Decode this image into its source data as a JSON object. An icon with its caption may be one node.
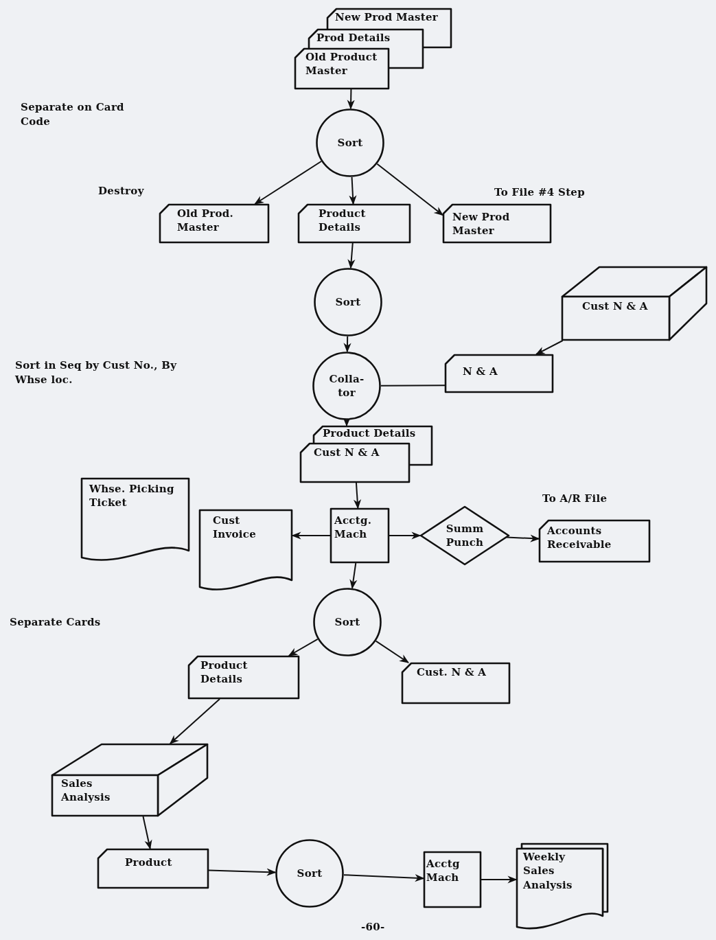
{
  "diagram": {
    "nodes": [
      {
        "text": [
          "New Prod Master"
        ]
      },
      {
        "text": [
          "Prod Details"
        ]
      },
      {
        "text": [
          "Old Product Master"
        ]
      },
      {
        "text": [
          "Sort"
        ]
      },
      {
        "text": [
          "Old Prod. Master"
        ],
        "beside": [
          "Destroy"
        ]
      },
      {
        "text": [
          "Product Details"
        ]
      },
      {
        "text": [
          "New Prod Master"
        ],
        "beside": [
          "To File #4 Step"
        ]
      },
      {
        "text": [
          "Sort"
        ]
      },
      {
        "text": [
          "Cust N & A"
        ]
      },
      {
        "text": [
          "Colla- tor"
        ]
      },
      {
        "text": [
          "N & A"
        ]
      },
      {
        "text": [
          "Product Details"
        ]
      },
      {
        "text": [
          "Cust N & A"
        ]
      },
      {
        "text": [
          "Whse. Picking Ticket"
        ]
      },
      {
        "text": [
          "Cust Invoice"
        ]
      },
      {
        "text": [
          "Acctg. Mach"
        ]
      },
      {
        "text": [
          "Summ Punch"
        ]
      },
      {
        "text": [
          "Accounts Receivable"
        ],
        "beside": [
          "To A/R File"
        ]
      },
      {
        "text": [
          "Sort"
        ]
      },
      {
        "text": [
          "Product Details"
        ]
      },
      {
        "text": [
          "Cust. N & A"
        ]
      },
      {
        "text": [
          "Sales Analysis"
        ]
      },
      {
        "text": [
          "Product"
        ]
      },
      {
        "text": [
          "Sort"
        ]
      },
      {
        "text": [
          "Acctg Mach"
        ]
      },
      {
        "text": [
          "Weekly Sales Analysis"
        ]
      }
    ],
    "edges": [
      {
        "from": 2,
        "to": 3,
        "arrow": "to"
      },
      {
        "from": 3,
        "to": 4,
        "arrow": "to"
      },
      {
        "from": 3,
        "to": 5,
        "arrow": "to"
      },
      {
        "from": 3,
        "to": 6,
        "arrow": "to"
      },
      {
        "from": 5,
        "to": 7,
        "arrow": "to"
      },
      {
        "from": 7,
        "to": 9,
        "arrow": "to"
      },
      {
        "from": 8,
        "to": 10,
        "arrow": "to"
      },
      {
        "from": 10,
        "to": 9,
        "arrow": "none"
      },
      {
        "from": 9,
        "to": 11,
        "arrow": "to"
      },
      {
        "from": 12,
        "to": 15,
        "arrow": "to"
      },
      {
        "from": 15,
        "to": 14,
        "arrow": "to"
      },
      {
        "from": 15,
        "to": 16,
        "arrow": "to"
      },
      {
        "from": 16,
        "to": 17,
        "arrow": "to"
      },
      {
        "from": 15,
        "to": 18,
        "arrow": "to"
      },
      {
        "from": 18,
        "to": 19,
        "arrow": "to"
      },
      {
        "from": 18,
        "to": 20,
        "arrow": "to"
      },
      {
        "from": 19,
        "to": 21,
        "arrow": "to"
      },
      {
        "from": 21,
        "to": 22,
        "arrow": "to"
      },
      {
        "from": 22,
        "to": 23,
        "arrow": "to"
      },
      {
        "from": 23,
        "to": 24,
        "arrow": "to"
      },
      {
        "from": 24,
        "to": 25,
        "arrow": "to"
      }
    ],
    "labels": [
      "Separate on Card Code",
      "Sort in Seq by Cust No., By Whse loc.",
      "Separate Cards",
      "-60-"
    ]
  }
}
